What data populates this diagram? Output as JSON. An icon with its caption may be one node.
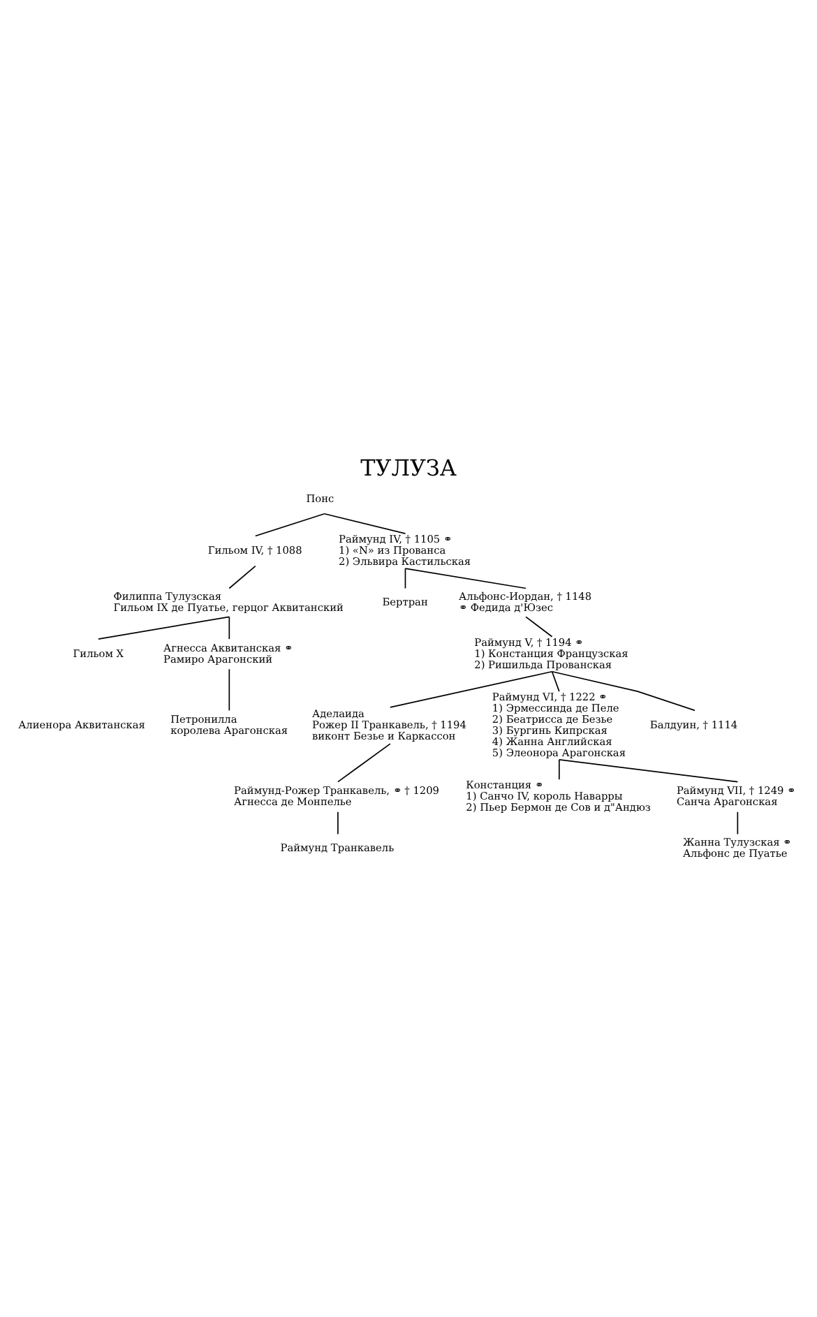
{
  "diagram": {
    "title": "ТУЛУЗА",
    "nodes": [
      {
        "text": [
          "Понс"
        ]
      },
      {
        "text": [
          "Гильом IV, † 1088"
        ]
      },
      {
        "text": [
          "Филиппа Тулузская",
          "Гильом IX де Пуатье, герцог Аквитанский"
        ]
      },
      {
        "text": [
          "Раймунд IV, † 1105 ⚭",
          "1) «N» из Прованса",
          "2) Эльвира Кастильская"
        ]
      },
      {
        "text": [
          "Бертран"
        ]
      },
      {
        "text": [
          "Альфонс-Иордан, † 1148",
          "⚭ Федида д'Юзес"
        ]
      },
      {
        "text": [
          "Гильом X"
        ]
      },
      {
        "text": [
          "Агнесса Аквитанская ⚭",
          "Рамиро Арагонский"
        ]
      },
      {
        "text": [
          "Алиенора Аквитанская"
        ]
      },
      {
        "text": [
          "Петронилла",
          "королева Арагонская"
        ]
      },
      {
        "text": [
          "Раймунд V, † 1194 ⚭",
          "1) Констанция Французская",
          "2) Ришильда Прованская"
        ]
      },
      {
        "text": [
          "Аделаида",
          "Рожер II Транкавель, † 1194",
          "виконт Безье и Каркассон"
        ]
      },
      {
        "text": [
          "Раймунд VI, † 1222 ⚭",
          "1) Эрмессинда де Пеле",
          "2) Беатрисса де Безье",
          "3) Бургинь Кипрская",
          "4) Жанна Английская",
          "5) Элеонора Арагонская"
        ]
      },
      {
        "text": [
          "Балдуин, † 1114"
        ]
      },
      {
        "text": [
          "Констанция ⚭",
          "1) Санчо IV, король Наварры",
          "2) Пьер Бермон де Сов и д\"Андюз"
        ]
      },
      {
        "text": [
          "Раймунд-Рожер Транкавель, ⚭ † 1209",
          "Агнесса де Монпелье"
        ]
      },
      {
        "text": [
          "Раймунд Транкавель"
        ]
      },
      {
        "text": [
          "Раймунд VII, † 1249 ⚭",
          "Санча Арагонская"
        ]
      },
      {
        "text": [
          "Жанна Тулузская ⚭",
          "Альфонс де Пуатье"
        ]
      }
    ],
    "edges": [
      {
        "from": 0,
        "to": 1,
        "arrow": "none"
      },
      {
        "from": 0,
        "to": 3,
        "arrow": "none"
      },
      {
        "from": 1,
        "to": 2,
        "arrow": "none"
      },
      {
        "from": 3,
        "to": 4,
        "arrow": "none"
      },
      {
        "from": 3,
        "to": 5,
        "arrow": "none"
      },
      {
        "from": 2,
        "to": 6,
        "arrow": "none"
      },
      {
        "from": 2,
        "to": 7,
        "arrow": "none"
      },
      {
        "from": 7,
        "to": 9,
        "arrow": "none"
      },
      {
        "from": 5,
        "to": 10,
        "arrow": "none"
      },
      {
        "from": 10,
        "to": 11,
        "arrow": "none"
      },
      {
        "from": 10,
        "to": 12,
        "arrow": "none"
      },
      {
        "from": 10,
        "to": 13,
        "arrow": "none"
      },
      {
        "from": 12,
        "to": 14,
        "arrow": "none"
      },
      {
        "from": 11,
        "to": 15,
        "arrow": "none"
      },
      {
        "from": 15,
        "to": 16,
        "arrow": "none"
      },
      {
        "from": 12,
        "to": 17,
        "arrow": "none"
      },
      {
        "from": 17,
        "to": 18,
        "arrow": "none"
      }
    ]
  }
}
